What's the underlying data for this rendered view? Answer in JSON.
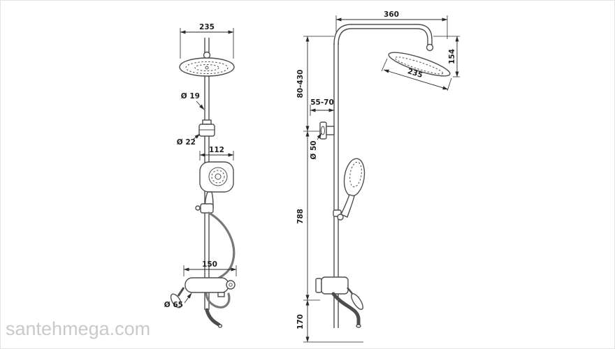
{
  "watermark": "santehmega.com",
  "views": {
    "front": {
      "dims": {
        "head_width": "235",
        "pipe_diameter": "Ø 19",
        "connector_diameter": "Ø 22",
        "hand_shower_width": "112",
        "mixer_width": "150",
        "escutcheon_diameter": "Ø 65"
      }
    },
    "side": {
      "dims": {
        "arm_reach": "360",
        "head_drop": "154",
        "height_adjustment": "80-430",
        "head_width": "235",
        "wall_offset": "55-70",
        "flange_diameter": "Ø 50",
        "column_height": "788",
        "spout_height": "170"
      }
    }
  },
  "colors": {
    "drawing_line": "#4d4d4d",
    "dimension_line": "#2a2a2a",
    "watermark": "#c9c9c9",
    "background": "#ffffff"
  }
}
